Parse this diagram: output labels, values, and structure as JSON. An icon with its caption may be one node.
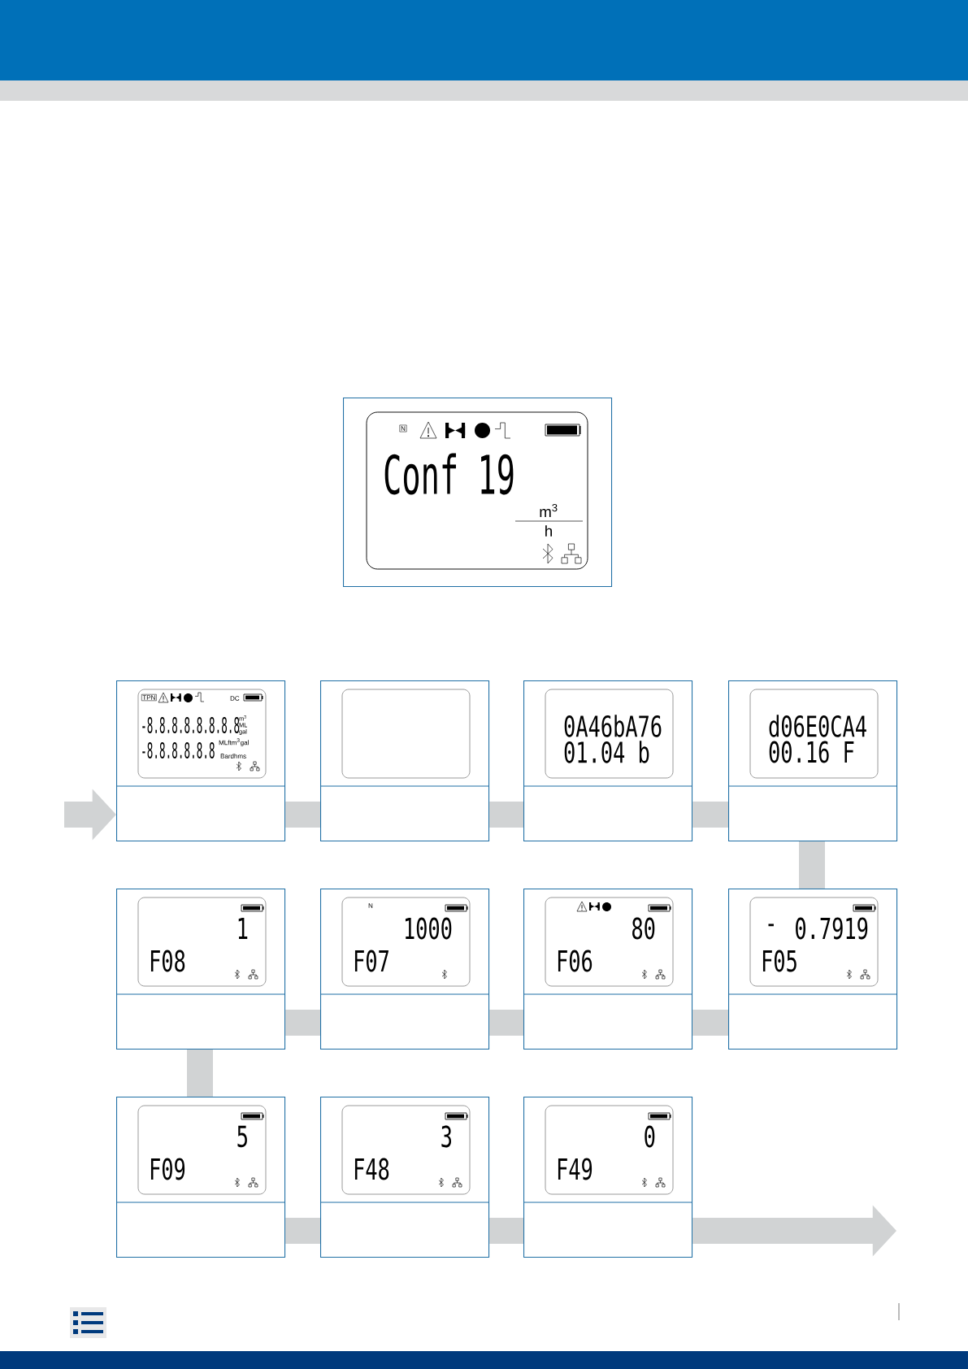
{
  "diagram": {
    "nodes": [
      {
        "text": [
          "N",
          "Conf 19",
          "m$^{3}$",
          "h"
        ]
      },
      {
        "text": [
          "TPN",
          "DC",
          "-8.8.8.8.8.8.8.8",
          "m$^{3}$ ML gal",
          "-8.8.8.8.8.8",
          "MLftm$^{3}$gal",
          "Bardhms"
        ]
      },
      {
        "text": [],
        "shape": "box"
      },
      {
        "text": [
          "0A46bA76",
          "01.04 b"
        ]
      },
      {
        "text": [
          "d06E0CA4",
          "00.16 F"
        ]
      },
      {
        "text": [
          "1",
          "F08"
        ]
      },
      {
        "text": [
          "N",
          "1000",
          "F07"
        ]
      },
      {
        "text": [
          "80",
          "F06"
        ]
      },
      {
        "text": [
          "-",
          "0.7919",
          "F05"
        ]
      },
      {
        "text": [
          "5",
          "F09"
        ]
      },
      {
        "text": [
          "3",
          "F48"
        ]
      },
      {
        "text": [
          "0",
          "F49"
        ]
      }
    ],
    "edges": [
      {
        "from": null,
        "to": 1,
        "arrow": "to"
      },
      {
        "from": 1,
        "to": 2,
        "arrow": "none"
      },
      {
        "from": 2,
        "to": 3,
        "arrow": "none"
      },
      {
        "from": 3,
        "to": 4,
        "arrow": "none"
      },
      {
        "from": 4,
        "to": 8,
        "arrow": "none"
      },
      {
        "from": 8,
        "to": 7,
        "arrow": "none"
      },
      {
        "from": 7,
        "to": 6,
        "arrow": "none"
      },
      {
        "from": 6,
        "to": 5,
        "arrow": "none"
      },
      {
        "from": 5,
        "to": 9,
        "arrow": "none"
      },
      {
        "from": 9,
        "to": 10,
        "arrow": "none"
      },
      {
        "from": 10,
        "to": 11,
        "arrow": "none"
      },
      {
        "from": 11,
        "to": null,
        "arrow": "to"
      }
    ]
  }
}
